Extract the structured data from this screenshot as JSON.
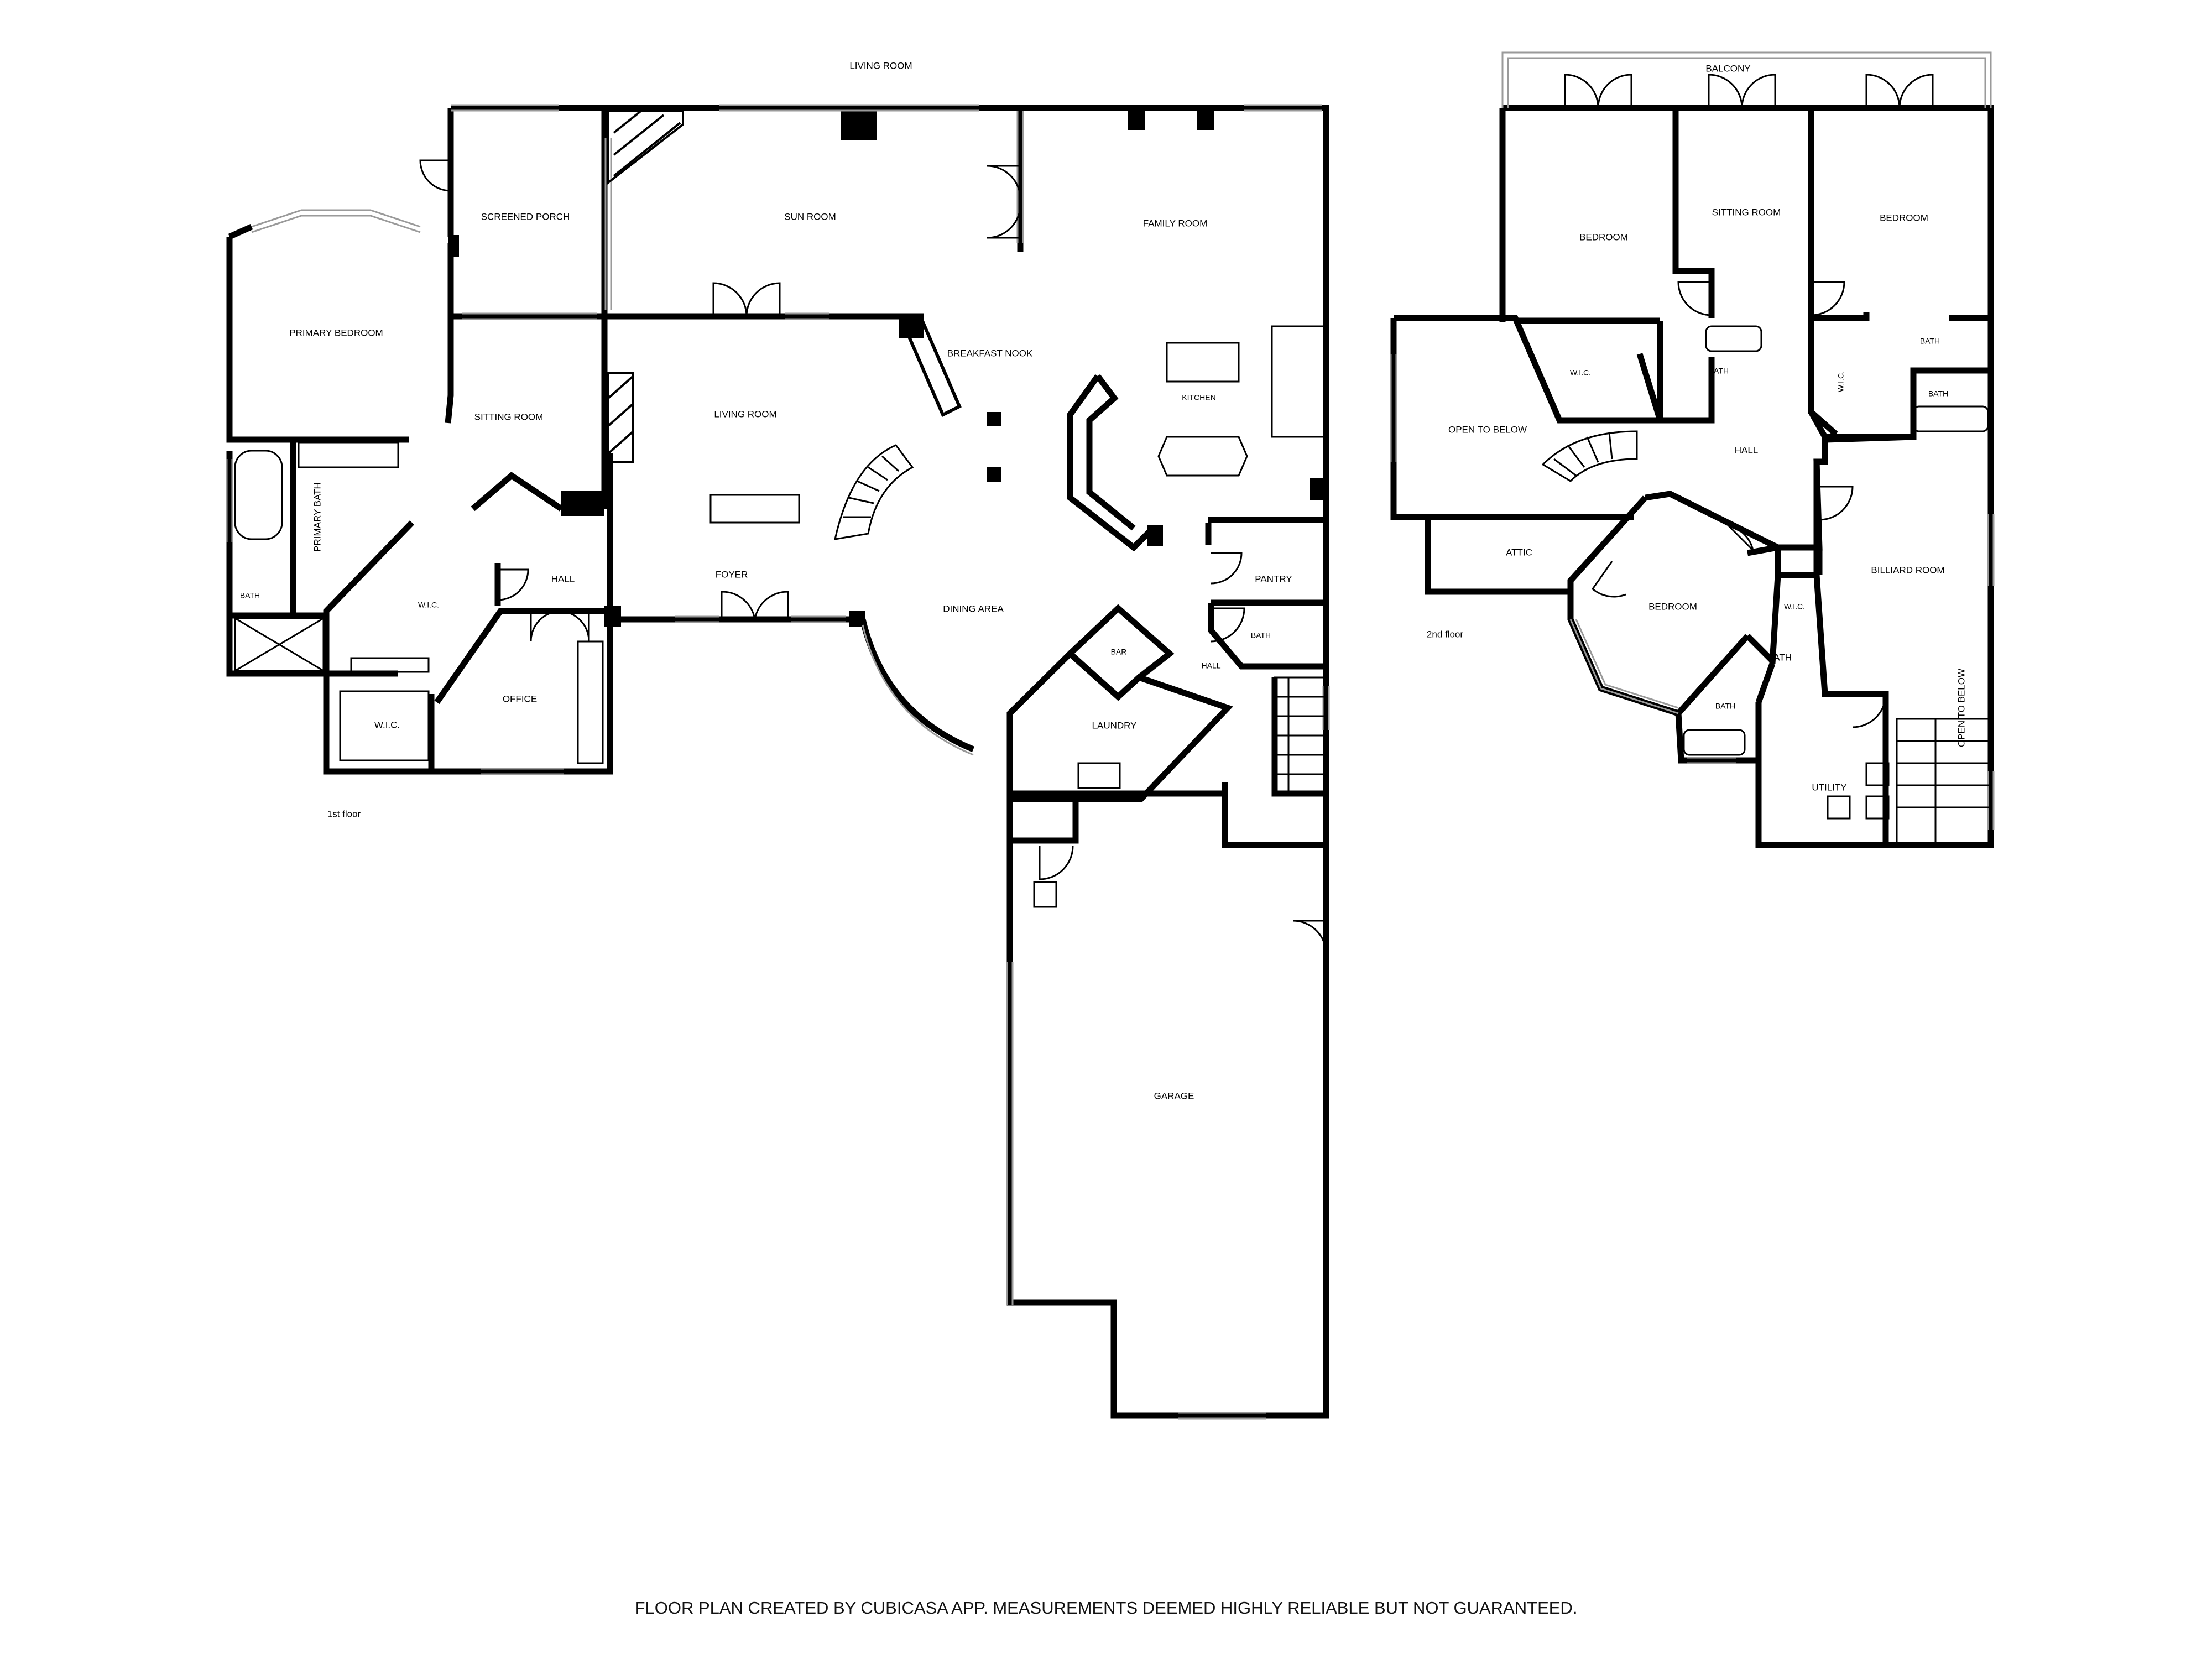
{
  "floors": {
    "first": {
      "label": "1st floor",
      "rooms": {
        "living_room_top": "LIVING ROOM",
        "screened_porch": "SCREENED PORCH",
        "sun_room": "SUN ROOM",
        "family_room": "FAMILY ROOM",
        "primary_bedroom": "PRIMARY BEDROOM",
        "sitting_room": "SITTING ROOM",
        "living_room": "LIVING ROOM",
        "breakfast_nook": "BREAKFAST NOOK",
        "kitchen": "KITCHEN",
        "primary_bath": "PRIMARY BATH",
        "bath_small": "BATH",
        "wic_closet": "W.I.C.",
        "hall": "HALL",
        "foyer": "FOYER",
        "dining_area": "DINING AREA",
        "pantry": "PANTRY",
        "bath_hall": "BATH",
        "bar": "BAR",
        "hall_small": "HALL",
        "laundry": "LAUNDRY",
        "office": "OFFICE",
        "wic_bedroom": "W.I.C.",
        "garage": "GARAGE"
      }
    },
    "second": {
      "label": "2nd floor",
      "rooms": {
        "balcony": "BALCONY",
        "bedroom_left": "BEDROOM",
        "sitting_room": "SITTING ROOM",
        "bedroom_right": "BEDROOM",
        "bath_right": "BATH",
        "wic_left": "W.I.C.",
        "bath_center": "BATH",
        "wic_right": "W.I.C.",
        "bath_right_small": "BATH",
        "open_to_below": "OPEN TO BELOW",
        "hall": "HALL",
        "attic": "ATTIC",
        "bedroom_center": "BEDROOM",
        "billiard_room": "BILLIARD ROOM",
        "wic_billiard": "W.I.C.",
        "bath_billiard": "BATH",
        "bath_bottom": "BATH",
        "utility": "UTILITY",
        "open_to_below_vertical": "OPEN TO BELOW"
      }
    }
  },
  "footer": "FLOOR PLAN CREATED BY CUBICASA APP. MEASUREMENTS DEEMED HIGHLY RELIABLE BUT NOT GUARANTEED.",
  "colors": {
    "wall": "#000000",
    "window": "#9a9a9a",
    "background": "#ffffff"
  }
}
